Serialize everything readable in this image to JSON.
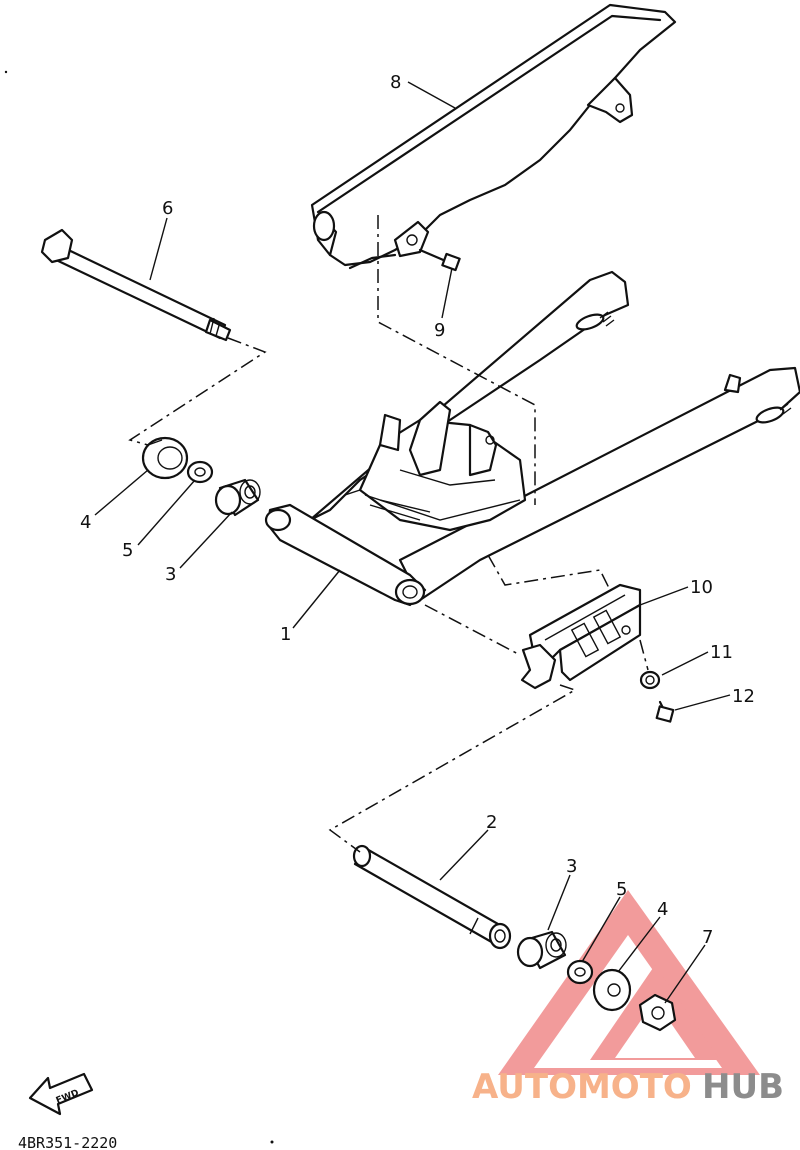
{
  "diagram": {
    "part_numbers": [
      "1",
      "2",
      "3",
      "3",
      "4",
      "4",
      "5",
      "5",
      "6",
      "7",
      "8",
      "9",
      "10",
      "11",
      "12"
    ],
    "callouts": {
      "c1": "1",
      "c2": "2",
      "c3a": "3",
      "c3b": "3",
      "c4a": "4",
      "c4b": "4",
      "c5a": "5",
      "c5b": "5",
      "c6": "6",
      "c7": "7",
      "c8": "8",
      "c9": "9",
      "c10": "10",
      "c11": "11",
      "c12": "12"
    },
    "fwd_label": "FWD",
    "drawing_code": "4BR351-2220"
  },
  "watermark": {
    "part1": "AUTOMOTO",
    "part2": "HUB",
    "color_orange": "#f7b28a",
    "color_gray": "#8c8c8c",
    "triangle_color": "#f08a8a"
  }
}
